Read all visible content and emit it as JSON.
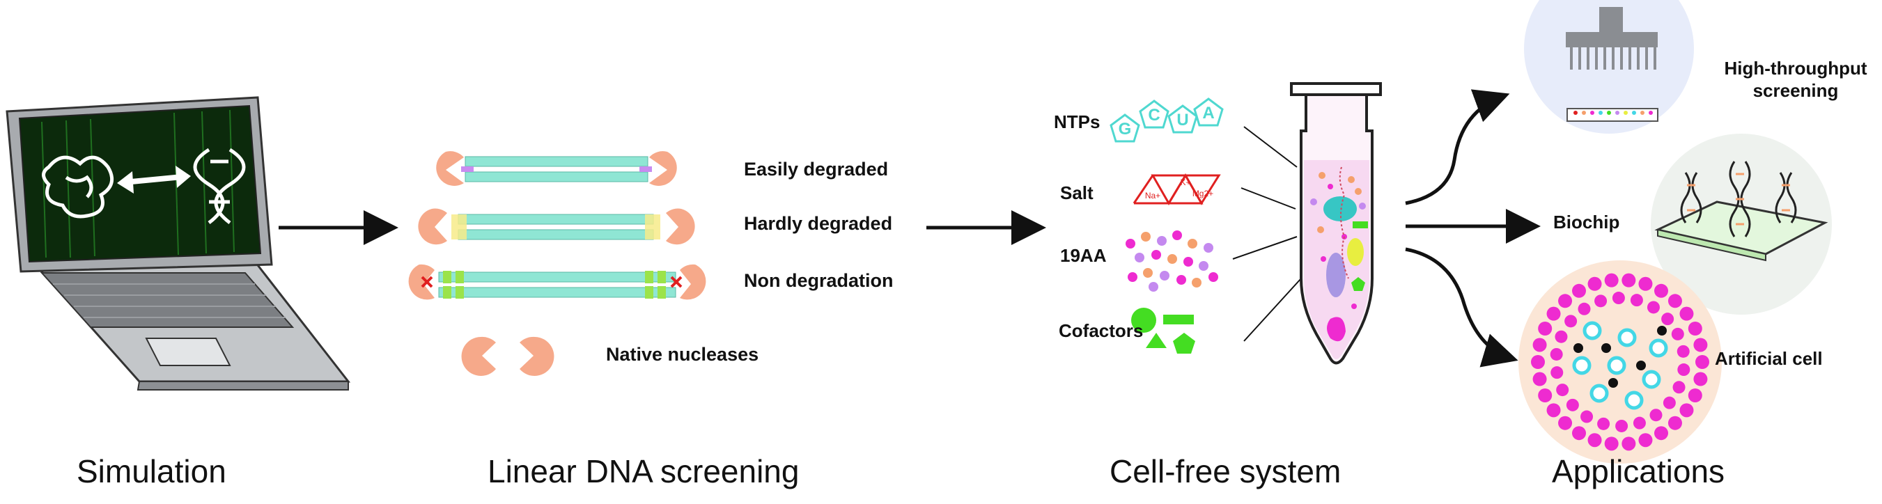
{
  "sections": {
    "simulation": "Simulation",
    "linear_dna": "Linear DNA screening",
    "cell_free": "Cell-free system",
    "applications": "Applications"
  },
  "dna_states": {
    "easily": "Easily degraded",
    "hardly": "Hardly degraded",
    "non": "Non degradation",
    "nucleases": "Native nucleases"
  },
  "components": {
    "ntps": "NTPs",
    "salt": "Salt",
    "aa": "19AA",
    "cofactors": "Cofactors",
    "nucleotides": [
      "G",
      "C",
      "U",
      "A"
    ],
    "ions": [
      "Na+",
      "K+",
      "Mg2+"
    ]
  },
  "apps": {
    "hts_line1": "High-throughput",
    "hts_line2": "screening",
    "biochip": "Biochip",
    "artificial": "Artificial cell"
  },
  "colors": {
    "nuclease": "#f6a98a",
    "dna_strand": "#8fe6d4",
    "screen": "#0c2a0c",
    "laptop": "#b9bcbf",
    "ntp": "#4fd8d0",
    "salt": "#e02020",
    "magenta": "#ee2bd0",
    "cyan_ring": "#43d7e6",
    "green": "#44dd22"
  }
}
